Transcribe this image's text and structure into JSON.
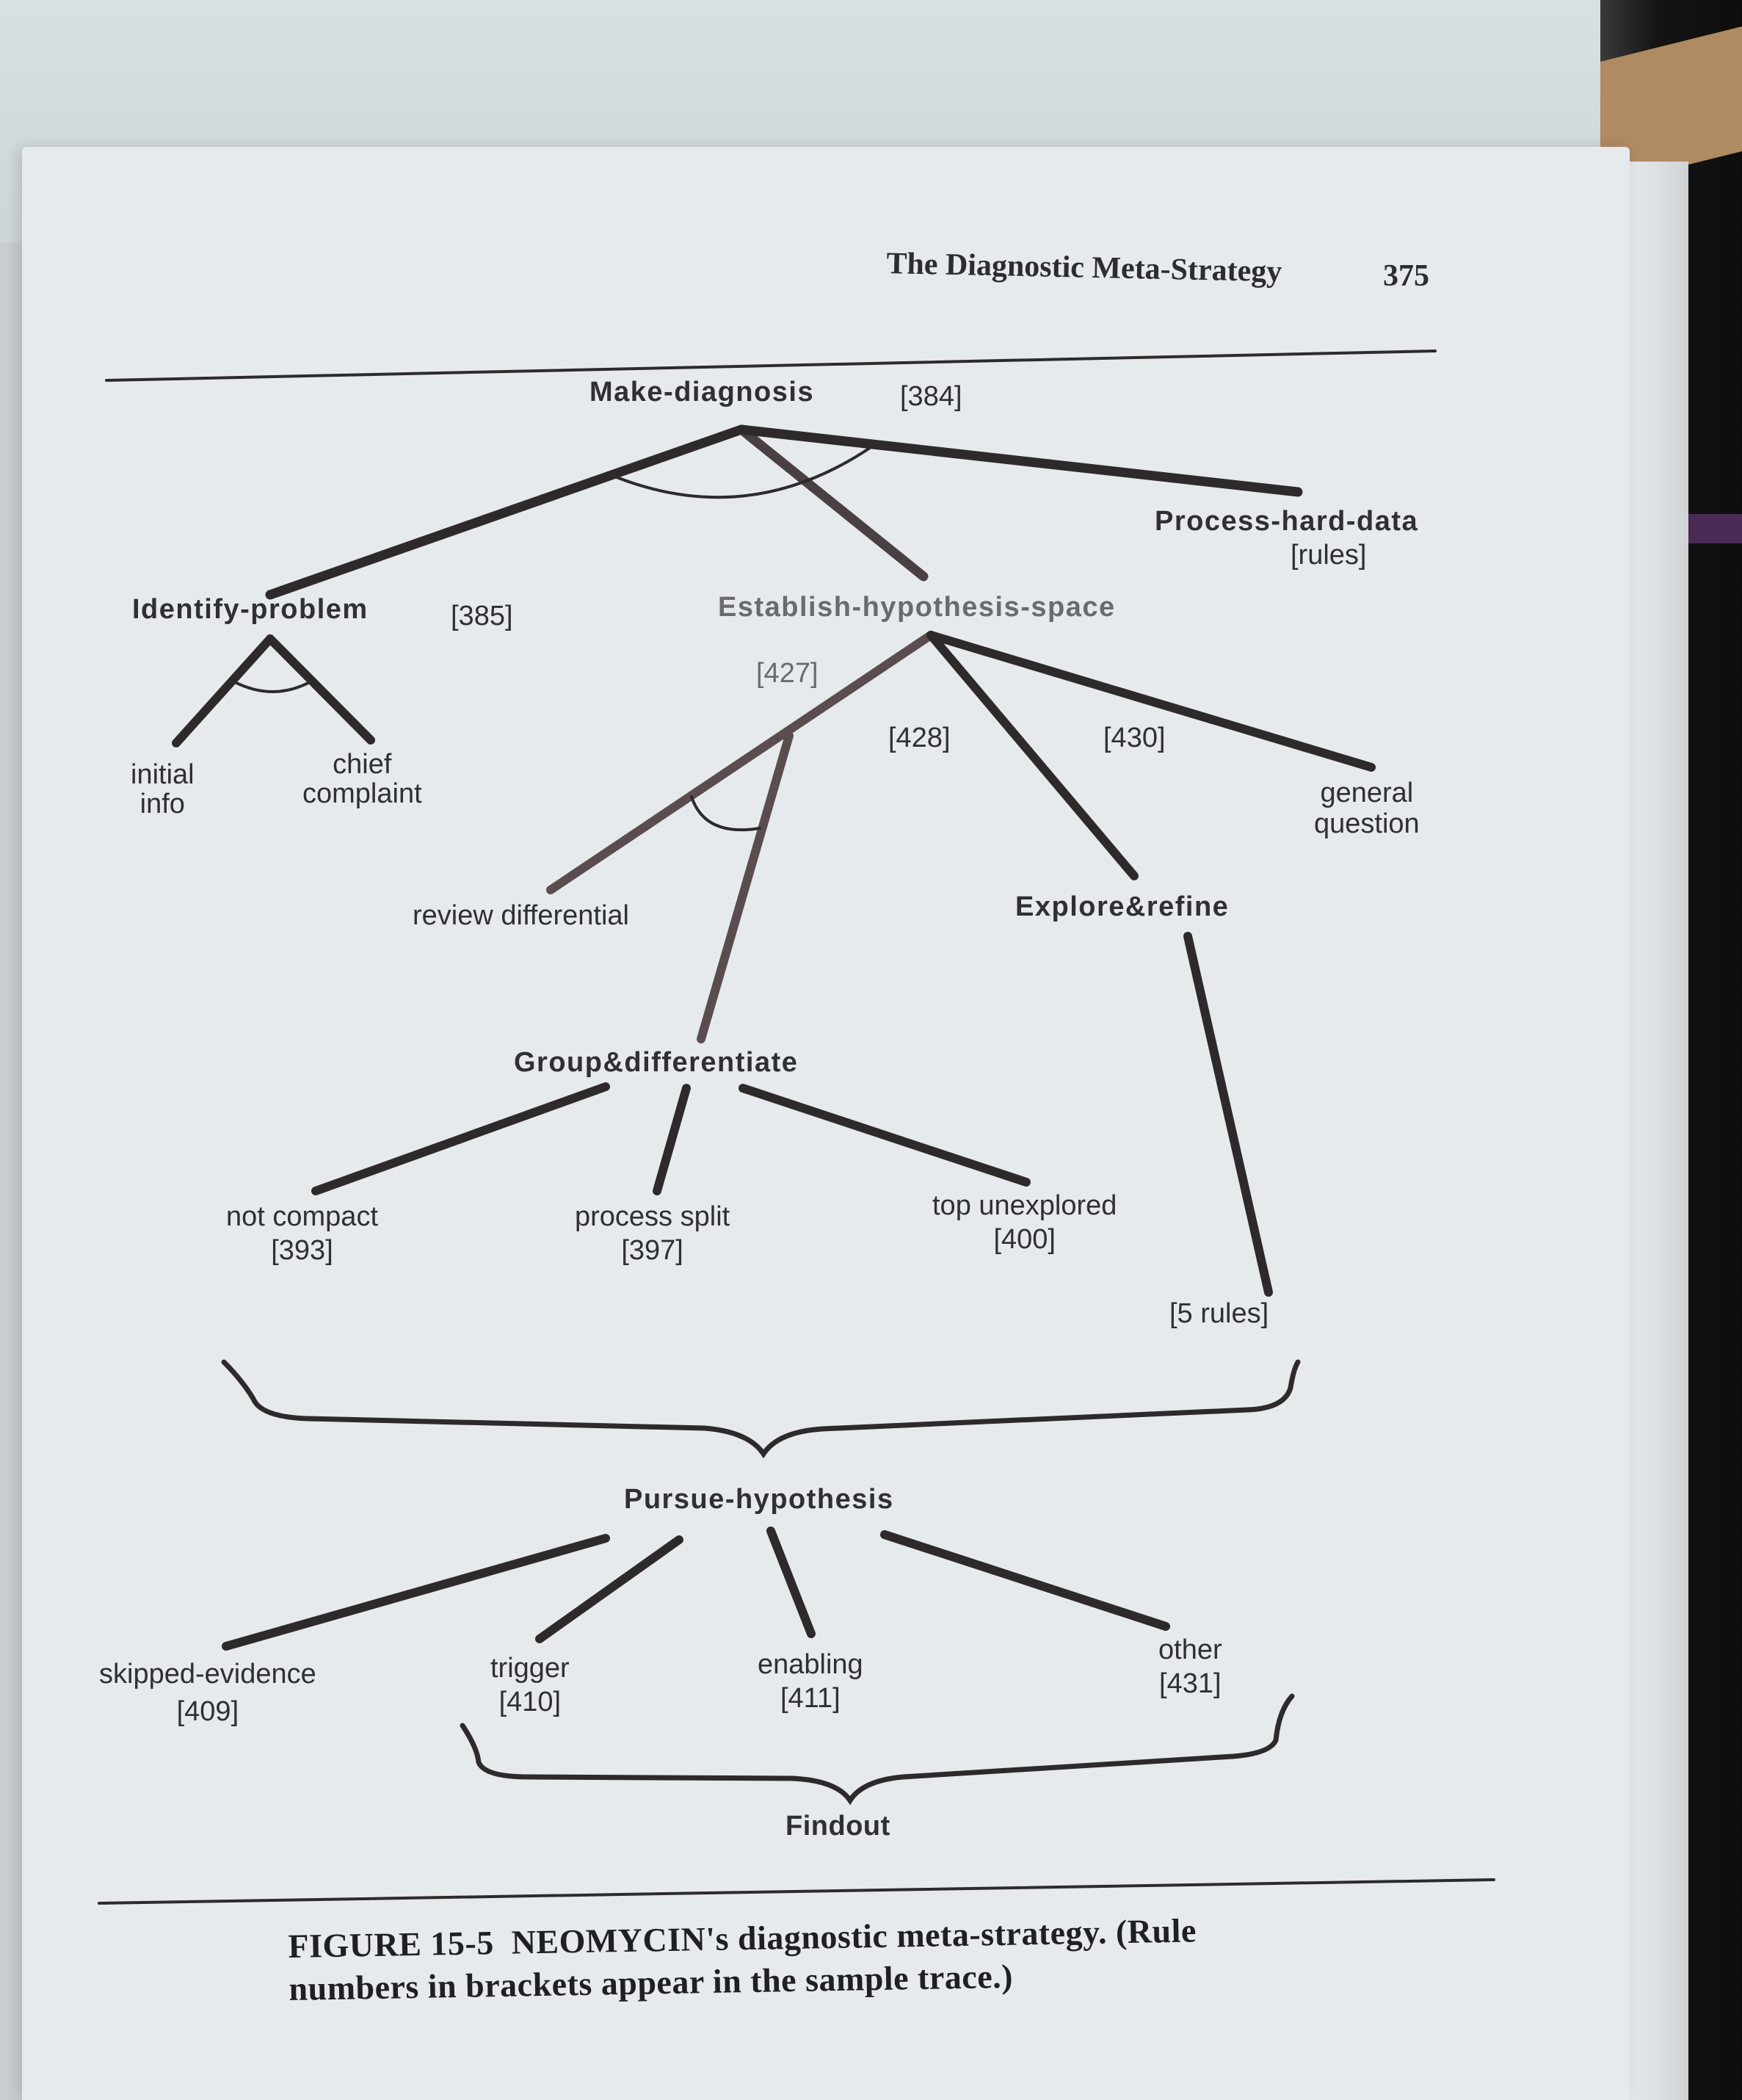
{
  "header": {
    "running_title": "The Diagnostic Meta-Strategy",
    "page_number": "375"
  },
  "nodes": {
    "make_diagnosis": "Make-diagnosis",
    "make_diagnosis_rule": "[384]",
    "process_hard_data": "Process-hard-data",
    "process_hard_data_rule": "[rules]",
    "identify_problem": "Identify-problem",
    "identify_problem_rule": "[385]",
    "establish_hypothesis_space": "Establish-hypothesis-space",
    "initial_info_1": "initial",
    "initial_info_2": "info",
    "chief_complaint_1": "chief",
    "chief_complaint_2": "complaint",
    "rule_427": "[427]",
    "rule_428": "[428]",
    "rule_430": "[430]",
    "general_question_1": "general",
    "general_question_2": "question",
    "review_differential": "review differential",
    "explore_refine": "Explore&refine",
    "group_differentiate": "Group&differentiate",
    "not_compact": "not compact",
    "not_compact_rule": "[393]",
    "process_split": "process split",
    "process_split_rule": "[397]",
    "top_unexplored": "top unexplored",
    "top_unexplored_rule": "[400]",
    "five_rules": "[5 rules]",
    "pursue_hypothesis": "Pursue-hypothesis",
    "skipped_evidence": "skipped-evidence",
    "skipped_evidence_rule": "[409]",
    "trigger": "trigger",
    "trigger_rule": "[410]",
    "enabling": "enabling",
    "enabling_rule": "[411]",
    "other": "other",
    "other_rule": "[431]",
    "findout": "Findout"
  },
  "caption": {
    "figure_label": "FIGURE 15-5",
    "text_line1": "NEOMYCIN's diagnostic meta-strategy. (Rule",
    "text_line2": "numbers in brackets appear in the sample trace.)"
  }
}
